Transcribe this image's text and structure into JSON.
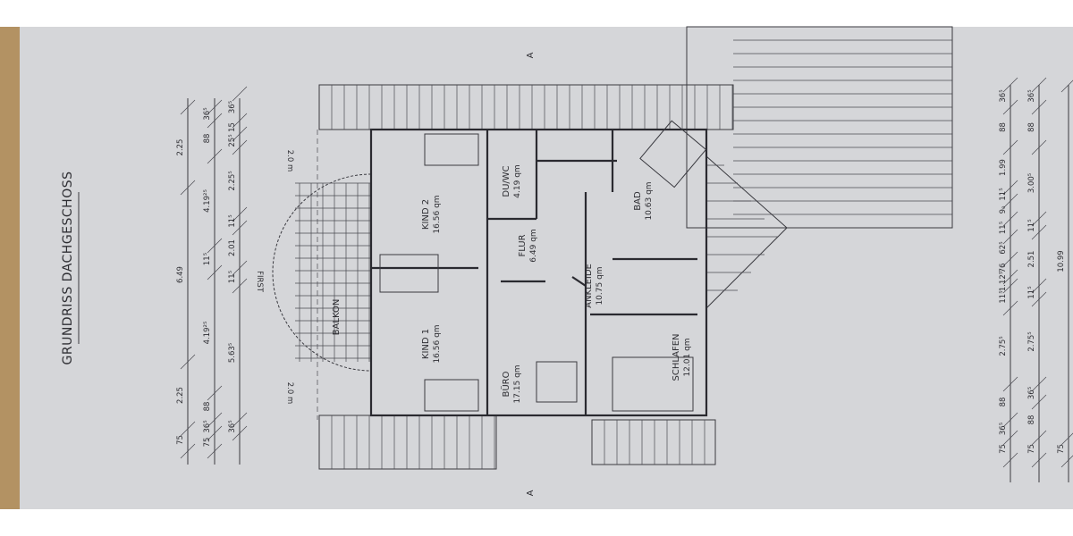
{
  "plan": {
    "title": "GRUNDRISS DACHGESCHOSS",
    "section_marks": [
      "A",
      "A"
    ],
    "ridge_label": "FIRST",
    "height_marks": [
      "2.0 m",
      "2.0 m"
    ],
    "rooms": [
      {
        "name": "KIND 2",
        "area": "16.56 qm"
      },
      {
        "name": "DU/WC",
        "area": "4.19 qm"
      },
      {
        "name": "FLUR",
        "area": "6.49 qm"
      },
      {
        "name": "BAD",
        "area": "10.63 qm"
      },
      {
        "name": "ANKLEIDE",
        "area": "10.75 qm"
      },
      {
        "name": "KIND 1",
        "area": "16.56 qm"
      },
      {
        "name": "BÜRO",
        "area": "17.15 qm"
      },
      {
        "name": "SCHLAFEN",
        "area": "12.01 qm"
      },
      {
        "name": "BALKON",
        "area": ""
      }
    ],
    "dimensions_left": {
      "outer": [
        "2.25",
        "6.49",
        "2.25",
        "75"
      ],
      "middle": [
        "36⁵",
        "88",
        "4.19²⁵",
        "11⁵",
        "4.19²⁵",
        "88",
        "36⁵",
        "75"
      ],
      "inner": [
        "36⁵",
        "15",
        "25⁵",
        "2.25⁵",
        "11⁵",
        "2.01",
        "11⁵",
        "5.63⁵",
        "36⁵"
      ]
    },
    "dimensions_right": {
      "inner": [
        "36⁵",
        "88",
        "1.99",
        "11⁵",
        "9₀",
        "11⁵",
        "62⁵",
        "76",
        "1.12⁵",
        "11⁵",
        "2.75⁵",
        "88",
        "36⁵",
        "75"
      ],
      "middle": [
        "36⁵",
        "88",
        "3.00⁵",
        "11⁵",
        "2.51",
        "11⁵",
        "2.75⁵",
        "36⁵",
        "88",
        "75"
      ],
      "outer": [
        "10.99",
        "75"
      ]
    }
  },
  "colors": {
    "paper": "#d5d6d9",
    "edge": "#b39263",
    "ink": "#2a2a30"
  }
}
